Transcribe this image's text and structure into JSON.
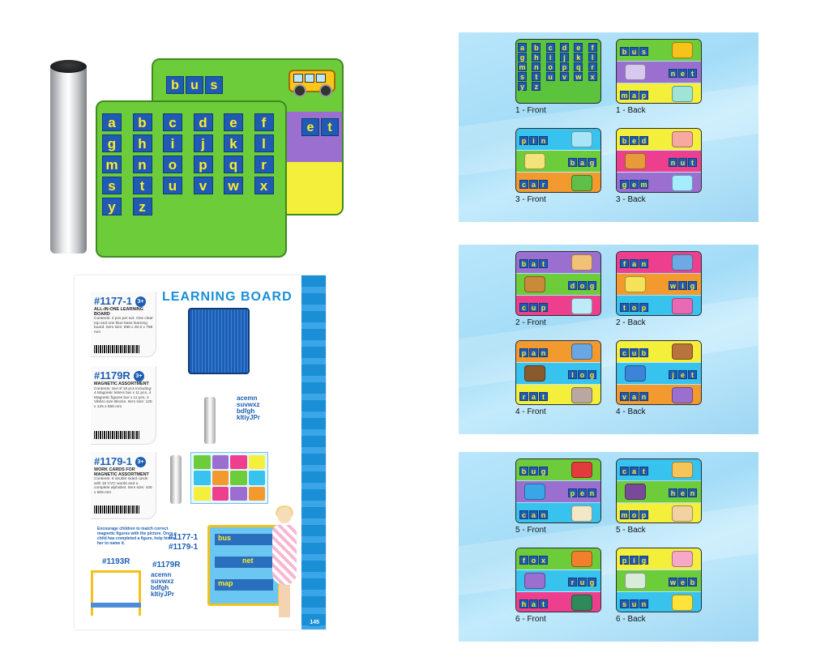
{
  "photo": {
    "back_board_words": [
      "bus",
      "et"
    ],
    "front_board_letters": [
      "a",
      "b",
      "c",
      "d",
      "e",
      "f",
      "g",
      "h",
      "i",
      "j",
      "k",
      "l",
      "m",
      "n",
      "o",
      "p",
      "q",
      "r",
      "s",
      "t",
      "u",
      "v",
      "w",
      "x",
      "y",
      "z"
    ]
  },
  "catalog": {
    "title": "LEARNING BOARD",
    "products": [
      {
        "code": "#1177-1",
        "age": "3+",
        "heading": "ALL-IN-ONE LEARNING BOARD",
        "text": "Contents: 2 pcs per set. One clear top and one blue base learning board. Item size: 698 x 30.6 x 798 mm"
      },
      {
        "code": "#1179R",
        "age": "3+",
        "heading": "MAGNETIC ASSORTMENT",
        "text": "Contents: Set of 18 pcs including: 4 Magnetic letters bar x 11 pcs, 4 Magnetic figures bar x 11 pcs, 4 Vibbro size Blocks. Item size: 125 x 125 x 558 mm"
      },
      {
        "code": "#1179-1",
        "age": "3+",
        "heading": "WORK CARDS FOR MAGNETIC ASSORTMENT",
        "text": "Contents: 6 double sided cards with 18 CVC words and a complete alphabet. Item size: 425 x 605 mm"
      }
    ],
    "note": "Encourage children to match correct magnetic figures with the picture. Once a child has completed a figure, help him or her to name it.",
    "callout_codes": [
      "#1177-1",
      "#1179-1"
    ],
    "bottom_codes": [
      "#1193R",
      "#1179R"
    ],
    "easel_words": [
      "bus",
      "net",
      "map"
    ],
    "mini_letters": "acemn\nsuvwxz\nbdfgh\nkltiyJPr",
    "page_number": "145"
  },
  "sheets": [
    {
      "cards": [
        {
          "caption": "1 - Front",
          "type": "alphabet",
          "letters": [
            "a",
            "b",
            "c",
            "d",
            "e",
            "f",
            "g",
            "h",
            "i",
            "j",
            "k",
            "l",
            "m",
            "n",
            "o",
            "p",
            "q",
            "r",
            "s",
            "t",
            "u",
            "v",
            "w",
            "x",
            "y",
            "z"
          ],
          "bg": "#5cc33d"
        },
        {
          "caption": "1 - Back",
          "type": "words",
          "rows": [
            {
              "word": "bus",
              "bg": "#6dcc3a",
              "pic": "#f6c21c"
            },
            {
              "word": "net",
              "bg": "#9b6fd0",
              "pic": "#d8c8f0"
            },
            {
              "word": "map",
              "bg": "#f4ef3a",
              "pic": "#9fe4d6"
            }
          ]
        },
        {
          "caption": "3 - Front",
          "type": "words",
          "rows": [
            {
              "word": "pin",
              "bg": "#38c2ee",
              "pic": "#a8e6f7"
            },
            {
              "word": "bag",
              "bg": "#6dcc3a",
              "pic": "#f4e37a"
            },
            {
              "word": "car",
              "bg": "#f29a2e",
              "pic": "#5fbf48"
            }
          ]
        },
        {
          "caption": "3 - Back",
          "type": "words",
          "rows": [
            {
              "word": "bed",
              "bg": "#f4ef3a",
              "pic": "#f7a8a0"
            },
            {
              "word": "nut",
              "bg": "#ee3f8f",
              "pic": "#e89a3a"
            },
            {
              "word": "gem",
              "bg": "#9b6fd0",
              "pic": "#a5ecff"
            }
          ]
        }
      ]
    },
    {
      "cards": [
        {
          "caption": "2 - Front",
          "type": "words",
          "rows": [
            {
              "word": "bat",
              "bg": "#9b6fd0",
              "pic": "#f2c178"
            },
            {
              "word": "dog",
              "bg": "#6dcc3a",
              "pic": "#c98a3a"
            },
            {
              "word": "cup",
              "bg": "#ee3f8f",
              "pic": "#bfeaf7"
            }
          ]
        },
        {
          "caption": "2 - Back",
          "type": "words",
          "rows": [
            {
              "word": "fan",
              "bg": "#ee3f8f",
              "pic": "#6fa9e4"
            },
            {
              "word": "wig",
              "bg": "#f29a2e",
              "pic": "#f6e15a"
            },
            {
              "word": "top",
              "bg": "#38c2ee",
              "pic": "#e86ab4"
            }
          ]
        },
        {
          "caption": "4 - Front",
          "type": "words",
          "rows": [
            {
              "word": "pan",
              "bg": "#f29a2e",
              "pic": "#6aa6e0"
            },
            {
              "word": "log",
              "bg": "#38c2ee",
              "pic": "#8a5a2c"
            },
            {
              "word": "rat",
              "bg": "#f4ef3a",
              "pic": "#b9a8a0"
            }
          ]
        },
        {
          "caption": "4 - Back",
          "type": "words",
          "rows": [
            {
              "word": "cub",
              "bg": "#f4ef3a",
              "pic": "#b8743a"
            },
            {
              "word": "jet",
              "bg": "#38c2ee",
              "pic": "#3b84d9"
            },
            {
              "word": "van",
              "bg": "#f29a2e",
              "pic": "#9b6fd0"
            }
          ]
        }
      ]
    },
    {
      "cards": [
        {
          "caption": "5 - Front",
          "type": "words",
          "rows": [
            {
              "word": "bug",
              "bg": "#6dcc3a",
              "pic": "#e23b3b"
            },
            {
              "word": "pen",
              "bg": "#9b6fd0",
              "pic": "#3aa6e8"
            },
            {
              "word": "can",
              "bg": "#38c2ee",
              "pic": "#f2e8c8"
            }
          ]
        },
        {
          "caption": "5 - Back",
          "type": "words",
          "rows": [
            {
              "word": "cat",
              "bg": "#38c2ee",
              "pic": "#f6c55a"
            },
            {
              "word": "hen",
              "bg": "#6dcc3a",
              "pic": "#7a4a9a"
            },
            {
              "word": "mop",
              "bg": "#f4ef3a",
              "pic": "#f2d2a0"
            }
          ]
        },
        {
          "caption": "6 - Front",
          "type": "words",
          "rows": [
            {
              "word": "fox",
              "bg": "#6dcc3a",
              "pic": "#f0802a"
            },
            {
              "word": "rug",
              "bg": "#38c2ee",
              "pic": "#9b6fd0"
            },
            {
              "word": "hat",
              "bg": "#ee3f8f",
              "pic": "#2f8a5a"
            }
          ]
        },
        {
          "caption": "6 - Back",
          "type": "words",
          "rows": [
            {
              "word": "pig",
              "bg": "#f4ef3a",
              "pic": "#f7a8c8"
            },
            {
              "word": "web",
              "bg": "#6dcc3a",
              "pic": "#d8ecd8"
            },
            {
              "word": "sun",
              "bg": "#38c2ee",
              "pic": "#ffe23a"
            }
          ]
        }
      ]
    }
  ],
  "colors": {
    "tile": "#1f5bb5",
    "tile_text": "#ffeb2a",
    "catalog_blue": "#1a8fd6"
  }
}
